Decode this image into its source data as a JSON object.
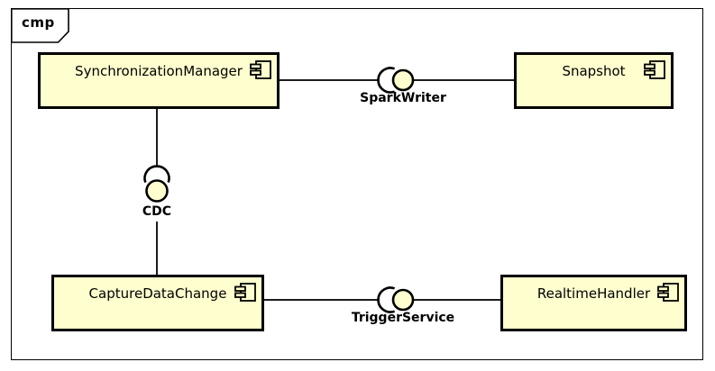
{
  "frame": {
    "kind": "cmp",
    "label": "cmp"
  },
  "components": [
    {
      "name": "SynchronizationManager",
      "icon": "component-icon"
    },
    {
      "name": "Snapshot",
      "icon": "component-icon"
    },
    {
      "name": "CaptureDataChange",
      "icon": "component-icon"
    },
    {
      "name": "RealtimeHandler",
      "icon": "component-icon"
    }
  ],
  "interfaces": [
    {
      "name": "SparkWriter",
      "notation": "ball-and-socket",
      "between": [
        "SynchronizationManager",
        "Snapshot"
      ]
    },
    {
      "name": "CDC",
      "notation": "ball-and-socket",
      "between": [
        "SynchronizationManager",
        "CaptureDataChange"
      ]
    },
    {
      "name": "TriggerService",
      "notation": "ball-and-socket",
      "between": [
        "CaptureDataChange",
        "RealtimeHandler"
      ]
    }
  ],
  "colors": {
    "component_fill": "#FEFECE",
    "component_border": "#000000",
    "ball_fill": "#FEFECE",
    "connector": "#1C1C1C",
    "frame_border": "#000000",
    "background": "#FFFFFF",
    "text": "#000000"
  }
}
